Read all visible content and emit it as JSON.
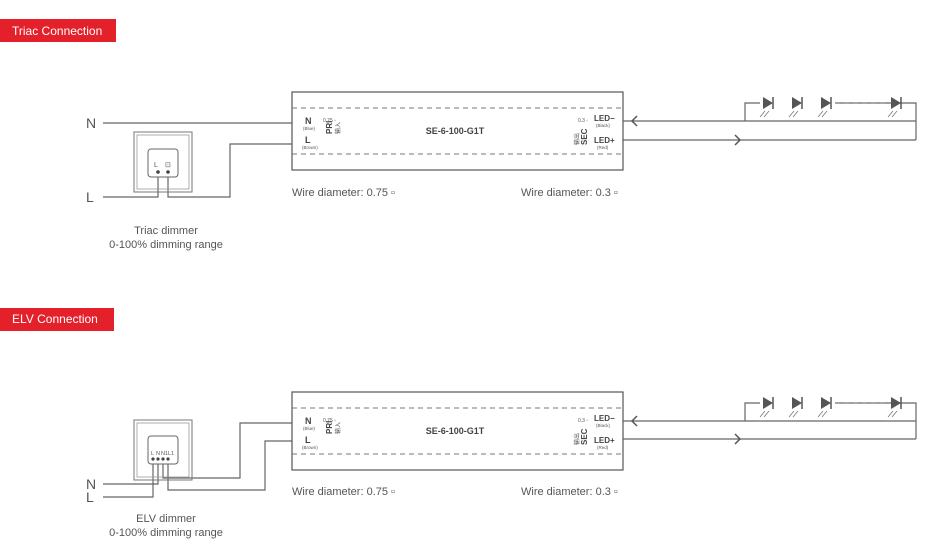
{
  "colors": {
    "header_bg": "#e4212b",
    "line": "#666666",
    "text": "#555555"
  },
  "sections": [
    {
      "title": "Triac Connection",
      "neutral_label": "N",
      "live_label": "L",
      "dimmer_name": "Triac dimmer",
      "dimmer_range": "0-100% dimming range",
      "dimmer_terminals": [
        "L",
        "⊡"
      ],
      "driver": {
        "model": "SE-6-100-G1T",
        "pri_n": "N",
        "pri_n_color": "(Blue)",
        "pri_l": "L",
        "pri_l_color": "(Brown)",
        "pri_size": "0.75 ▫",
        "pri_label": "PRI",
        "pri_cn": "输入",
        "sec_size": "0.3 ▫",
        "sec_label": "SEC",
        "sec_cn": "输出",
        "led_minus": "LED−",
        "led_minus_color": "(Black)",
        "led_plus": "LED+",
        "led_plus_color": "(Red)"
      },
      "wire_left": "Wire diameter: 0.75 ▫",
      "wire_right": "Wire diameter: 0.3 ▫"
    },
    {
      "title": "ELV Connection",
      "neutral_label": "N",
      "live_label": "L",
      "dimmer_name": "ELV dimmer",
      "dimmer_range": "0-100% dimming range",
      "dimmer_terminals": [
        "L",
        "N",
        "N1",
        "L1"
      ],
      "driver": {
        "model": "SE-6-100-G1T",
        "pri_n": "N",
        "pri_n_color": "(Blue)",
        "pri_l": "L",
        "pri_l_color": "(Brown)",
        "pri_size": "0.75 ▫",
        "pri_label": "PRI",
        "pri_cn": "输入",
        "sec_size": "0.3 ▫",
        "sec_label": "SEC",
        "sec_cn": "输出",
        "led_minus": "LED−",
        "led_minus_color": "(Black)",
        "led_plus": "LED+",
        "led_plus_color": "(Red)"
      },
      "wire_left": "Wire diameter: 0.75 ▫",
      "wire_right": "Wire diameter: 0.3 ▫"
    }
  ]
}
